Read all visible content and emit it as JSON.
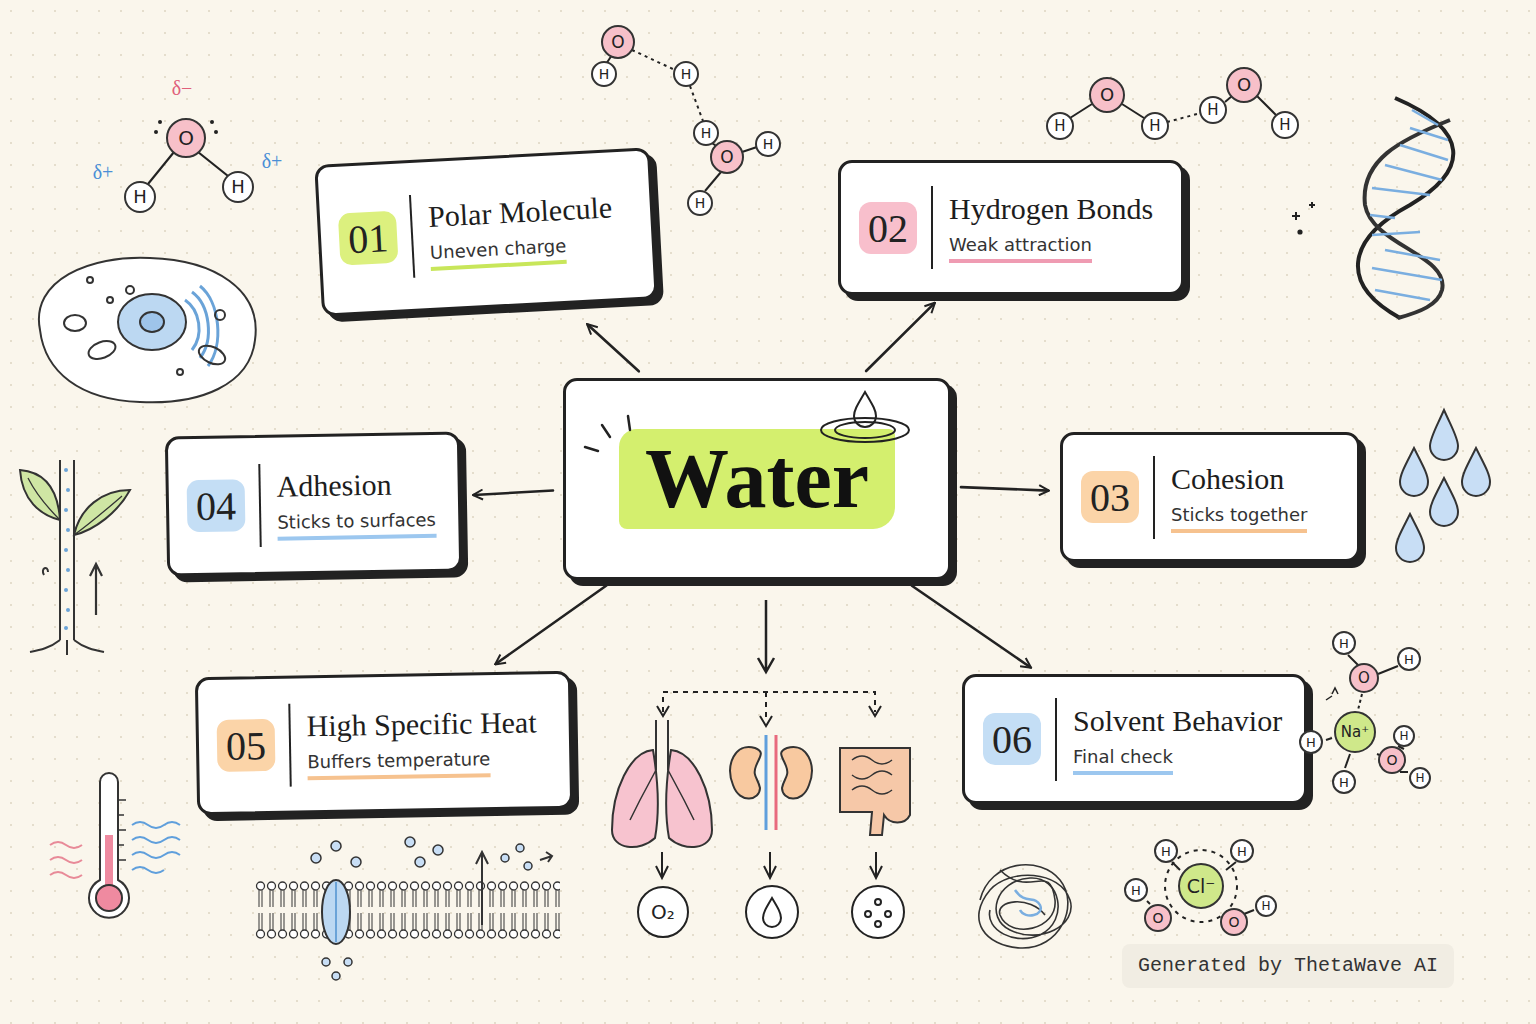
{
  "diagram": {
    "nodes": [
      {
        "text": [
          "Water"
        ]
      },
      {
        "text": [
          "01",
          "Polar Molecule",
          "Uneven charge"
        ]
      },
      {
        "text": [
          "02",
          "Hydrogen Bonds",
          "Weak attraction"
        ]
      },
      {
        "text": [
          "03",
          "Cohesion",
          "Sticks together"
        ]
      },
      {
        "text": [
          "04",
          "Adhesion",
          "Sticks to surfaces"
        ]
      },
      {
        "text": [
          "05",
          "High Specific Heat",
          "Buffers temperature"
        ]
      },
      {
        "text": [
          "06",
          "Solvent Behavior",
          "Final check"
        ]
      }
    ],
    "edges": [
      {
        "from": 0,
        "to": 1,
        "arrow": "to"
      },
      {
        "from": 0,
        "to": 2,
        "arrow": "to"
      },
      {
        "from": 0,
        "to": 3,
        "arrow": "to"
      },
      {
        "from": 0,
        "to": 4,
        "arrow": "to"
      },
      {
        "from": 0,
        "to": 5,
        "arrow": "to"
      },
      {
        "from": 0,
        "to": 6,
        "arrow": "to"
      }
    ],
    "labels": [
      "δ−",
      "O",
      "H",
      "H",
      "δ+",
      "δ+",
      "O",
      "H",
      "H",
      "H",
      "O",
      "H",
      "H",
      "H",
      "O",
      "H",
      "H",
      "O",
      "H",
      "H",
      "H",
      "O",
      "H",
      "Na⁺",
      "H",
      "O",
      "H",
      "H",
      "H",
      "H",
      "Cl⁻",
      "H",
      "O",
      "O",
      "H",
      "O₂",
      "Generated by ThetaWave AI"
    ]
  }
}
